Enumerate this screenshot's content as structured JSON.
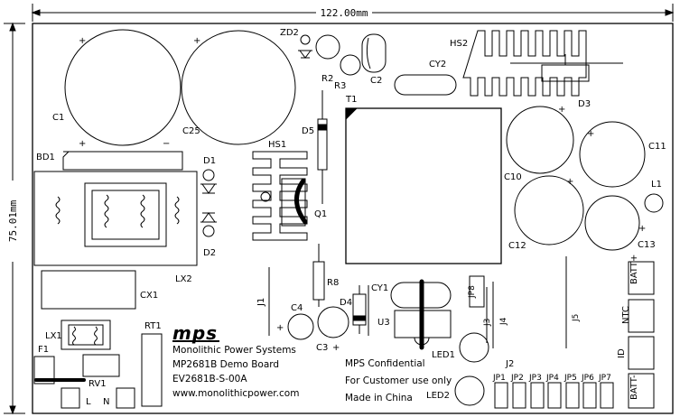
{
  "dimensions": {
    "width_label": "122.00mm",
    "height_label": "75.01mm"
  },
  "logo": "mps",
  "info_left": [
    "Monolithic Power Systems",
    "MP2681B Demo Board",
    "EV2681B-S-00A",
    "www.monolithicpower.com"
  ],
  "info_right": [
    "MPS Confidential",
    "For Customer use only",
    "Made in China"
  ],
  "labels": {
    "C1": "C1",
    "C25": "C25",
    "ZD2": "ZD2",
    "R2": "R2",
    "R3": "R3",
    "C2": "C2",
    "CY2": "CY2",
    "HS2": "HS2",
    "T1": "T1",
    "D5": "D5",
    "D3": "D3",
    "C10": "C10",
    "C11": "C11",
    "C12": "C12",
    "C13": "C13",
    "L1": "L1",
    "BD1": "BD1",
    "D1": "D1",
    "D2": "D2",
    "HS1": "HS1",
    "Q1": "Q1",
    "LX2": "LX2",
    "CX1": "CX1",
    "LX1": "LX1",
    "RT1": "RT1",
    "F1": "F1",
    "RV1": "RV1",
    "L": "L",
    "N": "N",
    "J1": "J1",
    "C4": "C4",
    "C3": "C3",
    "R8": "R8",
    "D4": "D4",
    "CY1": "CY1",
    "U3": "U3",
    "JP8": "JP8",
    "J3": "J3",
    "J4": "J4",
    "J5": "J5",
    "LED1": "LED1",
    "LED2": "LED2",
    "J2": "J2",
    "JP1": "JP1",
    "JP2": "JP2",
    "JP3": "JP3",
    "JP4": "JP4",
    "JP5": "JP5",
    "JP6": "JP6",
    "JP7": "JP7",
    "BATT_PLUS": "BATT+",
    "NTC": "NTC",
    "ID": "ID",
    "BATT_MINUS": "BATT-",
    "plus": "+",
    "minus": "−"
  }
}
